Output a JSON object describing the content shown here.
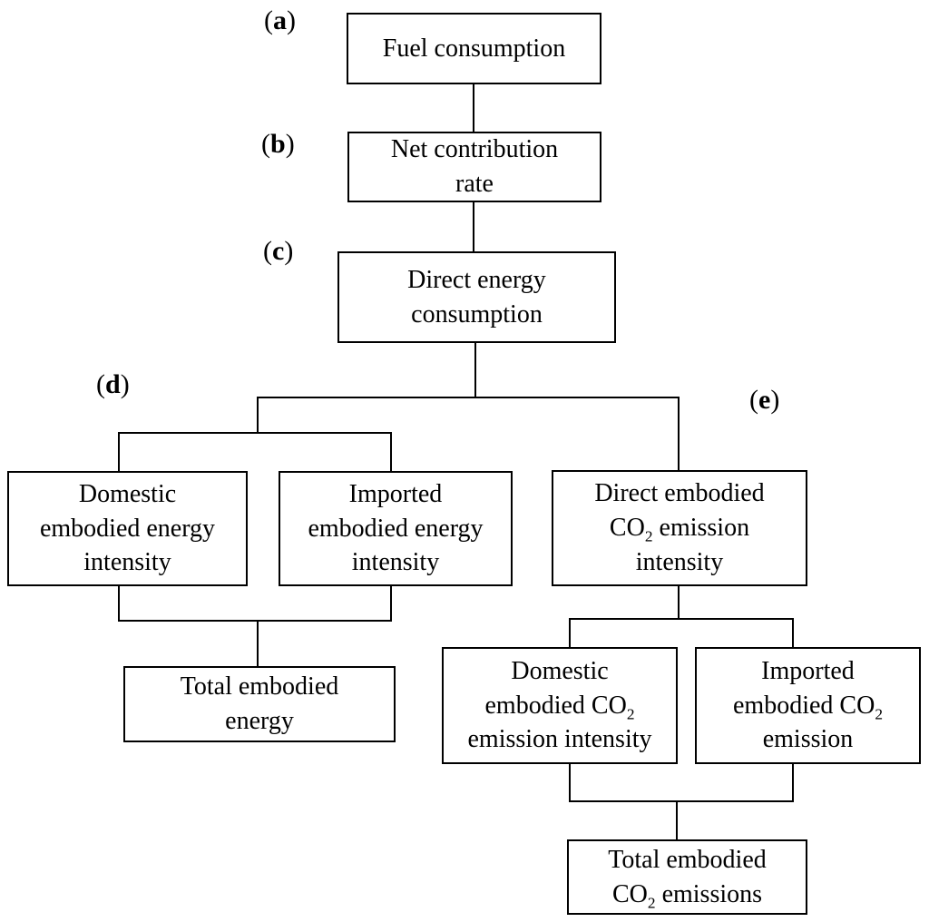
{
  "colors": {
    "background": "#ffffff",
    "line": "#000000",
    "text": "#000000"
  },
  "labels": {
    "a": {
      "open": "(",
      "letter": "a",
      "close": ")"
    },
    "b": {
      "open": "(",
      "letter": "b",
      "close": ")"
    },
    "c": {
      "open": "(",
      "letter": "c",
      "close": ")"
    },
    "d": {
      "open": "(",
      "letter": "d",
      "close": ")"
    },
    "e": {
      "open": "(",
      "letter": "e",
      "close": ")"
    }
  },
  "boxes": {
    "fuel_consumption": {
      "lines": [
        [
          "Fuel consumption"
        ]
      ]
    },
    "net_contribution_rate": {
      "lines": [
        [
          "Net contribution"
        ],
        [
          "rate"
        ]
      ]
    },
    "direct_energy_consumption": {
      "lines": [
        [
          "Direct energy"
        ],
        [
          "consumption"
        ]
      ]
    },
    "domestic_embodied_energy_intensity": {
      "lines": [
        [
          "Domestic"
        ],
        [
          "embodied energy"
        ],
        [
          "intensity"
        ]
      ]
    },
    "imported_embodied_energy_intensity": {
      "lines": [
        [
          "Imported"
        ],
        [
          "embodied energy"
        ],
        [
          "intensity"
        ]
      ]
    },
    "total_embodied_energy": {
      "lines": [
        [
          "Total embodied"
        ],
        [
          "energy"
        ]
      ]
    },
    "direct_embodied_co2_emission_intensity": {
      "lines": [
        [
          "Direct embodied"
        ],
        [
          "CO",
          {
            "t": "2",
            "sub": true
          },
          " emission"
        ],
        [
          "intensity"
        ]
      ]
    },
    "domestic_embodied_co2_emission_intensity": {
      "lines": [
        [
          "Domestic"
        ],
        [
          "embodied CO",
          {
            "t": "2",
            "sub": true
          }
        ],
        [
          "emission intensity"
        ]
      ]
    },
    "imported_embodied_co2_emission": {
      "lines": [
        [
          "Imported"
        ],
        [
          "embodied CO",
          {
            "t": "2",
            "sub": true
          }
        ],
        [
          "emission"
        ]
      ]
    },
    "total_embodied_co2_emissions": {
      "lines": [
        [
          "Total embodied"
        ],
        [
          "CO",
          {
            "t": "2",
            "sub": true
          },
          " emissions"
        ]
      ]
    }
  }
}
